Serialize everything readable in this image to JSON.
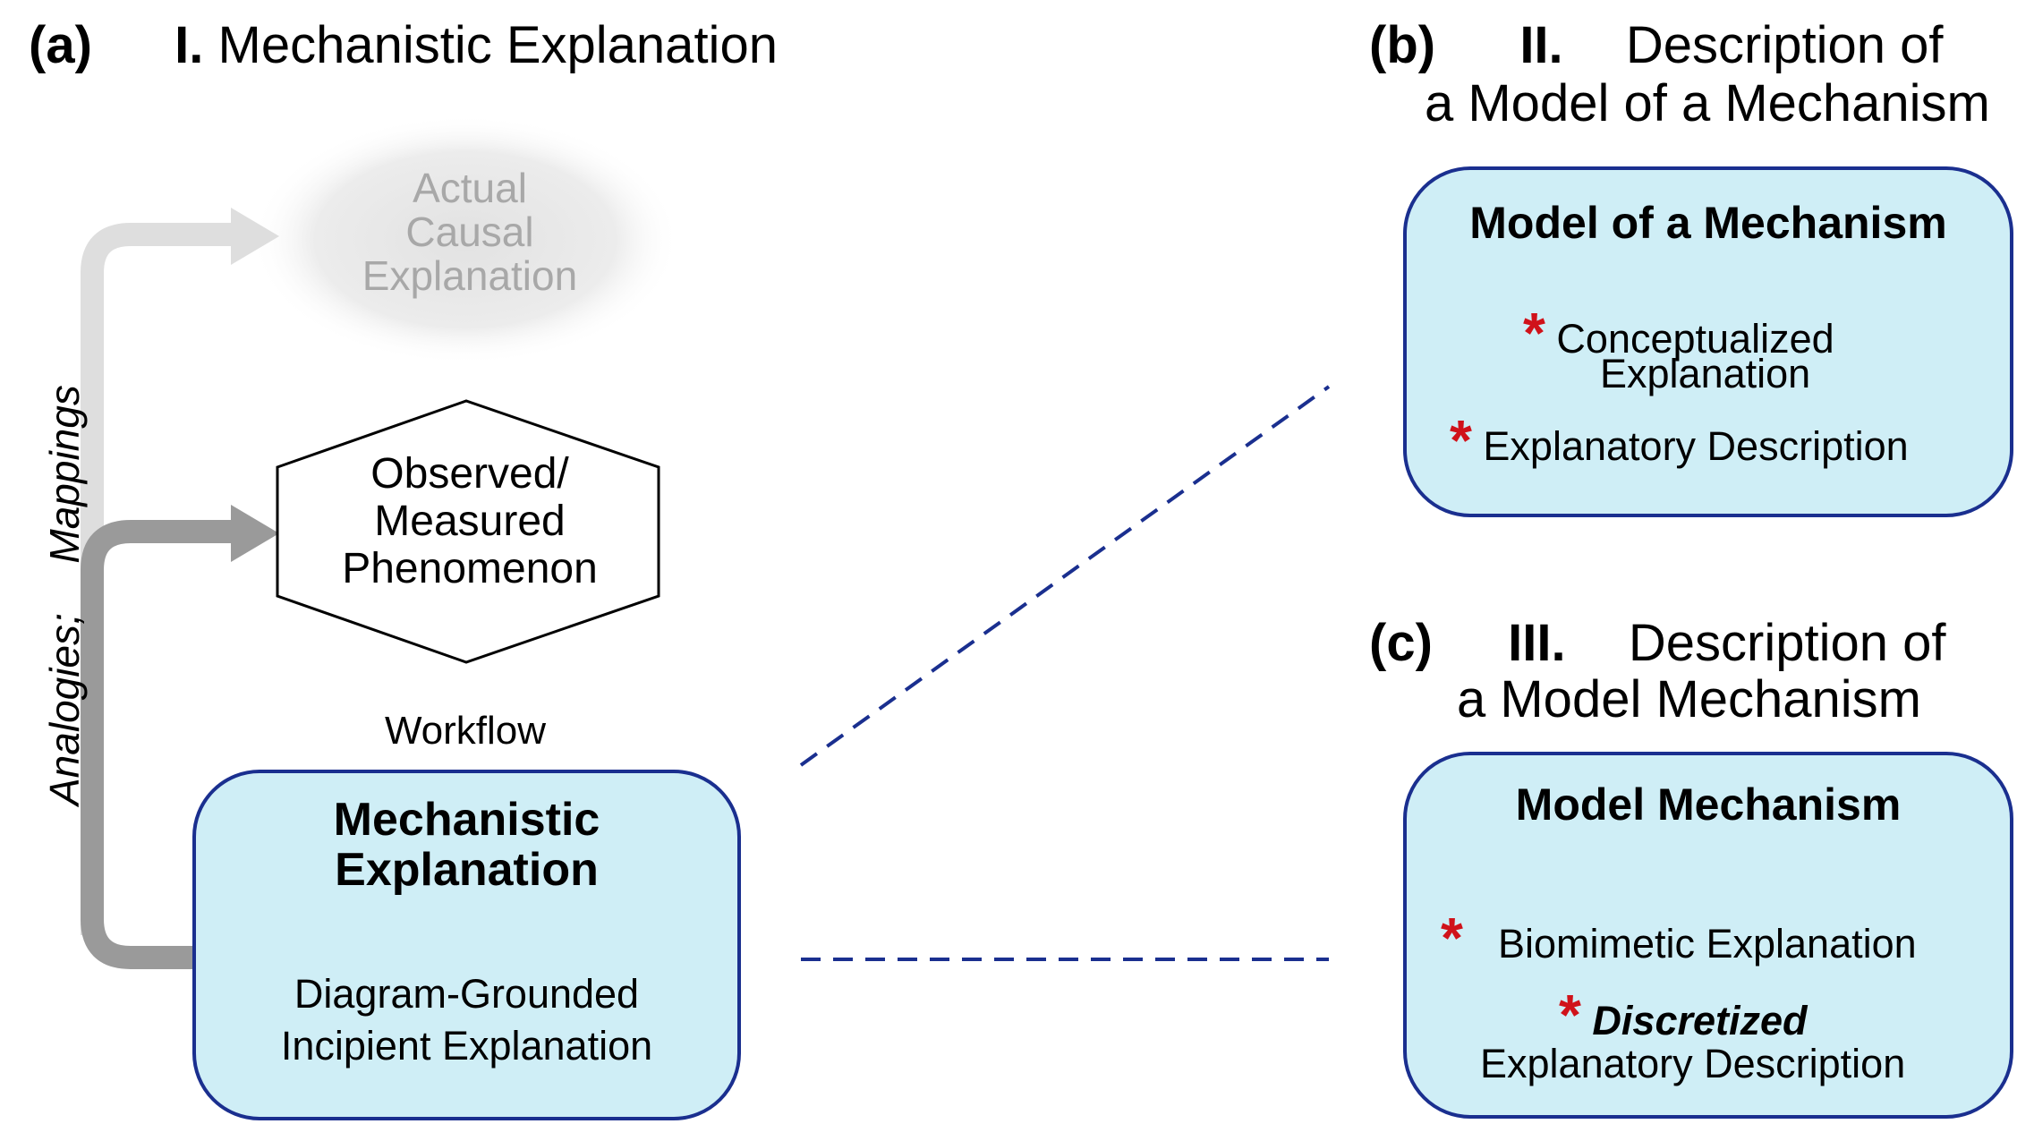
{
  "panel_a": {
    "letter": "(a)",
    "roman": "I.",
    "title": "Mechanistic Explanation",
    "actual": [
      "Actual",
      "Causal",
      "Explanation"
    ],
    "observed": [
      "Observed/",
      "Measured",
      "Phenomenon"
    ],
    "workflow": "Workflow",
    "side_label_1": "Analogies;",
    "side_label_2": "Mappings",
    "box": {
      "title_1": "Mechanistic",
      "title_2": "Explanation",
      "sub_1": "Diagram-Grounded",
      "sub_2": "Incipient Explanation"
    }
  },
  "panel_b": {
    "letter": "(b)",
    "roman": "II.",
    "title_1": "Description of",
    "title_2": "a Model of a Mechanism",
    "box": {
      "title": "Model of a Mechanism",
      "item1_l1": "Conceptualized",
      "item1_l2": "Explanation",
      "item2": "Explanatory Description"
    }
  },
  "panel_c": {
    "letter": "(c)",
    "roman": "III.",
    "title_1": "Description of",
    "title_2": "a Model Mechanism",
    "box": {
      "title": "Model Mechanism",
      "item1": "Biomimetic Explanation",
      "item2_italic": "Discretized",
      "item2_l2": "Explanatory Description"
    }
  },
  "marker": "*",
  "colors": {
    "box_fill": "#cfeef6",
    "box_border": "#1a2f8f",
    "star": "#d0121a",
    "arrow_light": "#dedede",
    "arrow_dark": "#9a9a9a",
    "dashed_line": "#1a2f8f"
  }
}
